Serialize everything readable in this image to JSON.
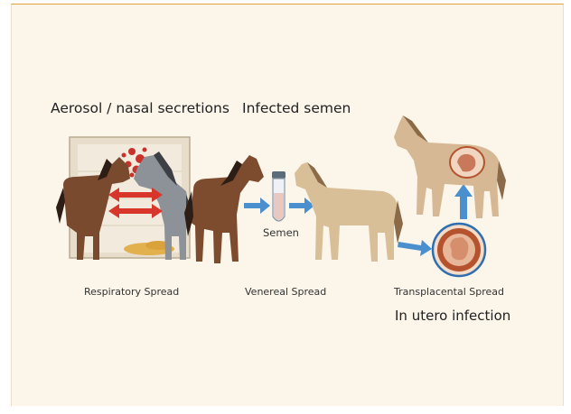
{
  "labels": {
    "aerosol": "Aerosol / nasal secretions",
    "infected_semen": "Infected semen",
    "semen": "Semen",
    "respiratory": "Respiratory Spread",
    "venereal": "Venereal Spread",
    "transplacental": "Transplacental Spread",
    "in_utero": "In utero infection"
  },
  "colors": {
    "background": "#fbf5ea",
    "arrow_blue": "#4a8fce",
    "arrow_red": "#d9362b",
    "droplet_red": "#c9312b",
    "horse_brown": "#7a4a2e",
    "horse_gray": "#8c9297",
    "horse_tan": "#d9bf98"
  }
}
